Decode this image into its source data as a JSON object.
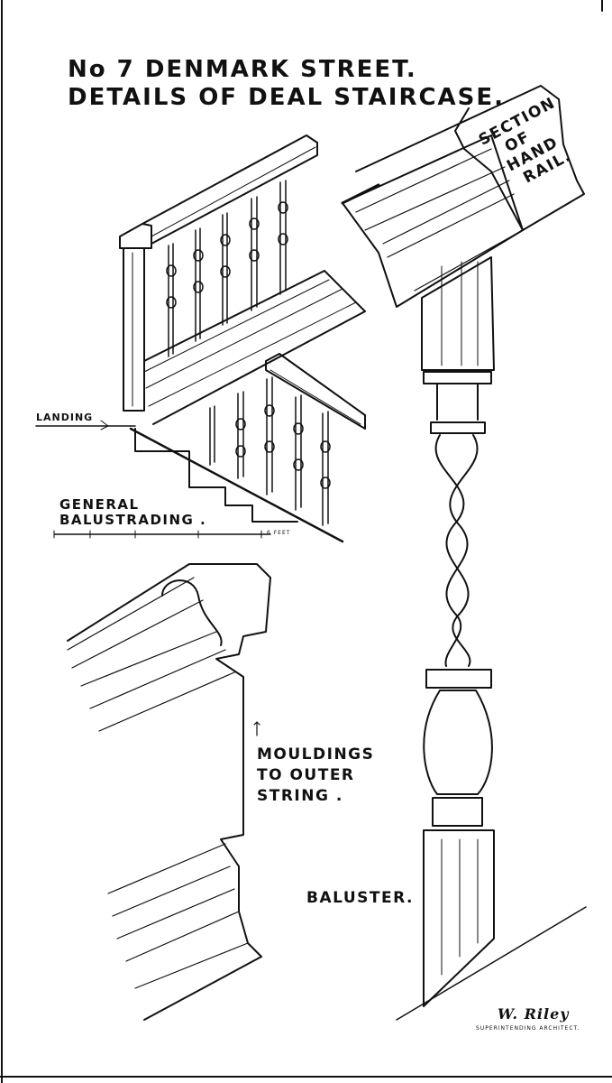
{
  "title": {
    "line1": "No 7 DENMARK STREET.",
    "line2": "DETAILS OF DEAL STAIRCASE."
  },
  "labels": {
    "section_of_hand_rail": [
      "SECTION",
      "OF",
      "HAND",
      "RAIL."
    ],
    "landing": "LANDING",
    "general_balustrading": [
      "GENERAL",
      "BALUSTRADING ."
    ],
    "scale_feet": "6 FEET",
    "mouldings": [
      "MOULDINGS",
      "TO OUTER",
      "STRING ."
    ],
    "baluster": "BALUSTER."
  },
  "signature": {
    "name": "W. Riley",
    "title": "SUPERINTENDING ARCHITECT."
  }
}
